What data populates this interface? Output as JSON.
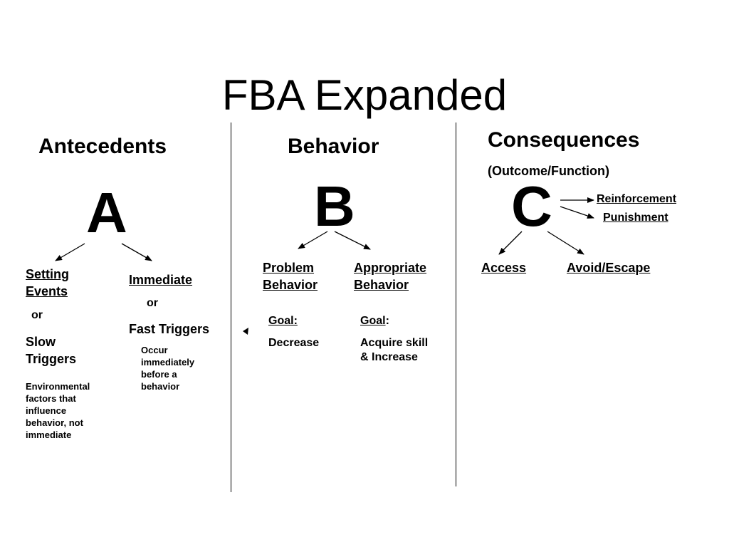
{
  "title": "FBA Expanded",
  "antecedents": {
    "heading": "Antecedents",
    "letter": "A",
    "setting_events": "Setting Events",
    "setting_line1": "Setting",
    "setting_line2": "Events",
    "or1": "or",
    "slow_line1": "Slow",
    "slow_line2": "Triggers",
    "env_line1": "Environmental",
    "env_line2": "factors that",
    "env_line3": "influence",
    "env_line4": "behavior, not",
    "env_line5": "immediate",
    "immediate": "Immediate",
    "or2": "or",
    "fast_triggers": "Fast Triggers",
    "occur_line1": "Occur",
    "occur_line2": "immediately",
    "occur_line3": "before a",
    "occur_line4": "behavior"
  },
  "behavior": {
    "heading": "Behavior",
    "letter": "B",
    "problem_line1": "Problem",
    "problem_line2": "Behavior",
    "appropriate_line1": "Appropriate",
    "appropriate_line2": "Behavior",
    "goal_label_1": "Goal:",
    "goal_value_1": "Decrease",
    "goal_label_2": "Goal",
    "goal_colon_2": ":",
    "goal_value_2_line1": "Acquire skill",
    "goal_value_2_line2": "& Increase"
  },
  "consequences": {
    "heading": "Consequences",
    "subheading": "(Outcome/Function)",
    "letter": "C",
    "reinforcement": "Reinforcement",
    "punishment": "Punishment",
    "access": "Access",
    "avoid_escape": "Avoid/Escape"
  },
  "colors": {
    "text": "#000000",
    "background": "#ffffff"
  }
}
